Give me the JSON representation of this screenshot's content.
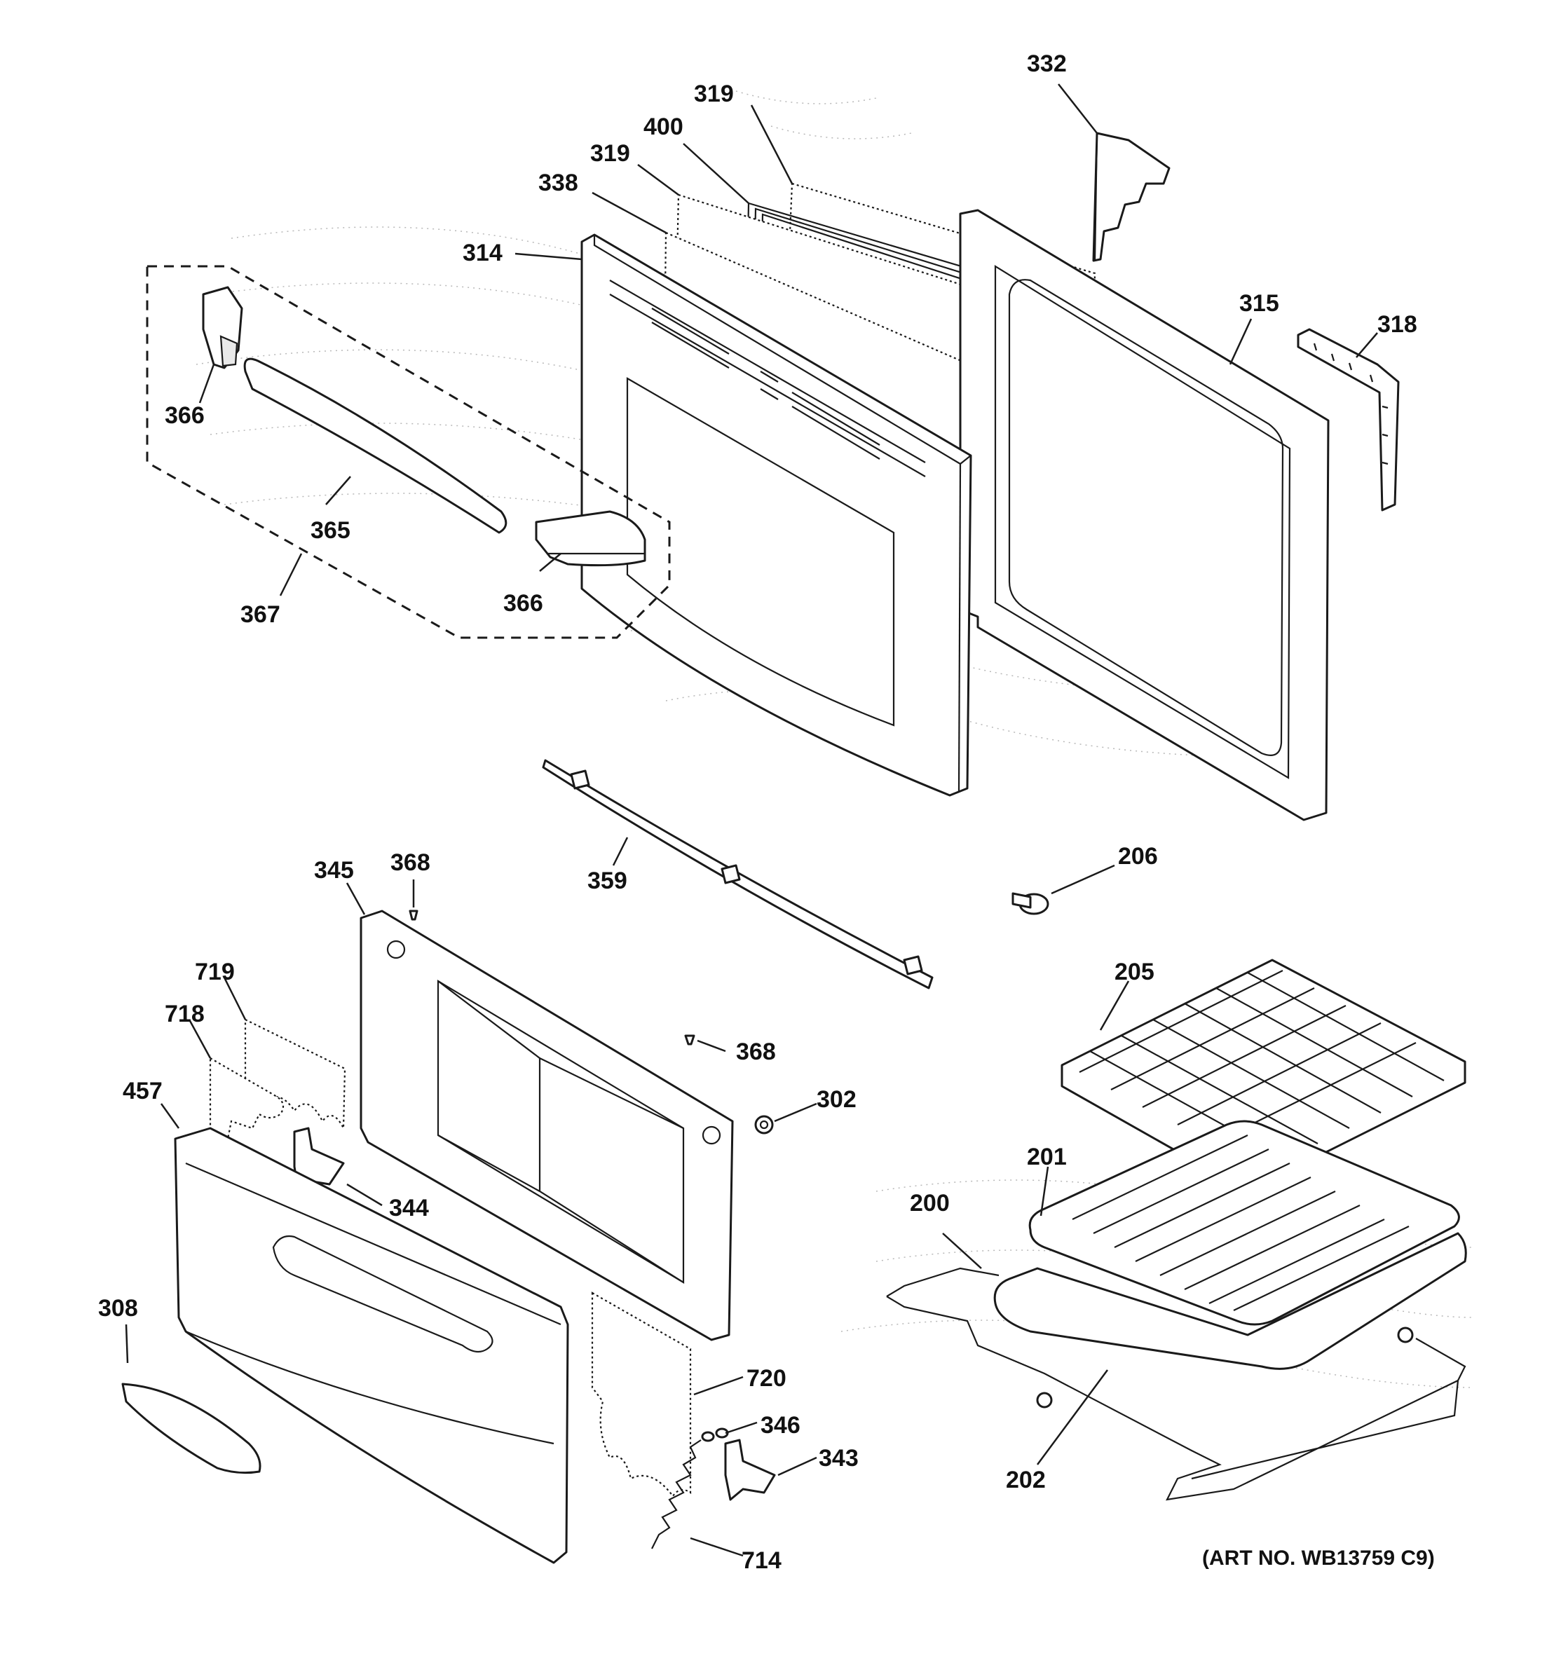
{
  "callouts": [
    {
      "id": "p332",
      "text": "332"
    },
    {
      "id": "p319a",
      "text": "319"
    },
    {
      "id": "p400",
      "text": "400"
    },
    {
      "id": "p319b",
      "text": "319"
    },
    {
      "id": "p338",
      "text": "338"
    },
    {
      "id": "p314",
      "text": "314"
    },
    {
      "id": "p315",
      "text": "315"
    },
    {
      "id": "p318",
      "text": "318"
    },
    {
      "id": "p366a",
      "text": "366"
    },
    {
      "id": "p365",
      "text": "365"
    },
    {
      "id": "p366b",
      "text": "366"
    },
    {
      "id": "p367",
      "text": "367"
    },
    {
      "id": "p359",
      "text": "359"
    },
    {
      "id": "p206",
      "text": "206"
    },
    {
      "id": "p345",
      "text": "345"
    },
    {
      "id": "p368a",
      "text": "368"
    },
    {
      "id": "p719",
      "text": "719"
    },
    {
      "id": "p718",
      "text": "718"
    },
    {
      "id": "p457",
      "text": "457"
    },
    {
      "id": "p368b",
      "text": "368"
    },
    {
      "id": "p302",
      "text": "302"
    },
    {
      "id": "p344",
      "text": "344"
    },
    {
      "id": "p205",
      "text": "205"
    },
    {
      "id": "p201",
      "text": "201"
    },
    {
      "id": "p200",
      "text": "200"
    },
    {
      "id": "p308",
      "text": "308"
    },
    {
      "id": "p720",
      "text": "720"
    },
    {
      "id": "p346",
      "text": "346"
    },
    {
      "id": "p343",
      "text": "343"
    },
    {
      "id": "p202",
      "text": "202"
    },
    {
      "id": "p714",
      "text": "714"
    }
  ],
  "art_number": "(ART NO. WB13759 C9)"
}
